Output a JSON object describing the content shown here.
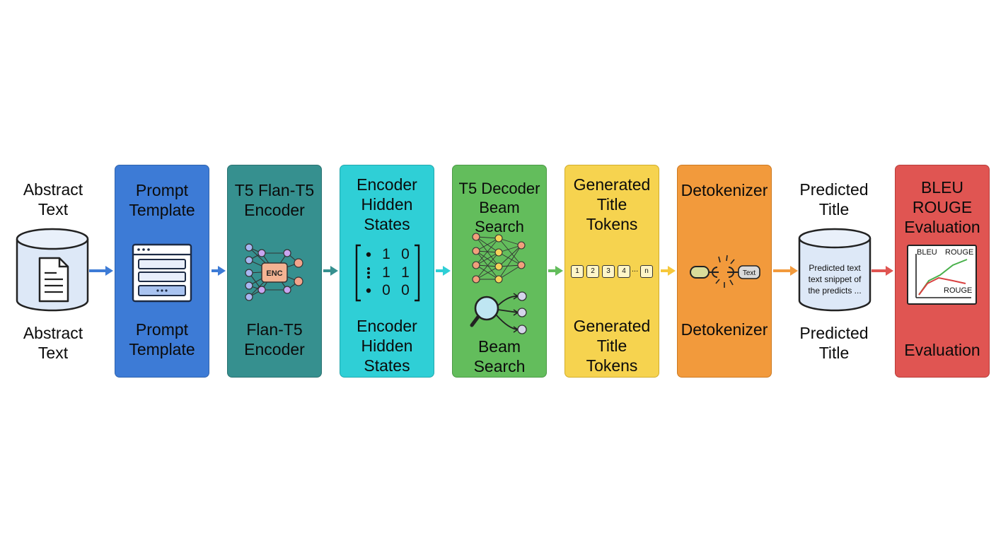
{
  "stages": [
    {
      "id": "abstract",
      "top_label": "Abstract\nText",
      "bottom_label": "Abstract\nText"
    },
    {
      "id": "prompt",
      "top_label": "Prompt\nTemplate",
      "bottom_label": "Prompt\nTemplate",
      "color": "#3d7bd6"
    },
    {
      "id": "encoder",
      "top_label": "T5 Flan-T5\nEncoder",
      "bottom_label": "Flan-T5\nEncoder",
      "icon_text": "ENC",
      "color": "#36908f"
    },
    {
      "id": "hidden",
      "top_label": "Encoder\nHidden\nStates",
      "bottom_label": "Encoder\nHidden\nStates",
      "color": "#2fcfd6",
      "matrix": [
        [
          "1",
          "0"
        ],
        [
          "1",
          "1"
        ],
        [
          "0",
          "0"
        ]
      ]
    },
    {
      "id": "decoder",
      "top_label": "T5 Decoder\nBeam Search",
      "bottom_label": "Beam\nSearch",
      "color": "#63bd5c"
    },
    {
      "id": "tokens",
      "top_label": "Generated\nTitle\nTokens",
      "bottom_label": "Generated\nTitle\nTokens",
      "color": "#f6d34f",
      "token_chips": [
        "1",
        "2",
        "3",
        "4",
        "n"
      ],
      "ellipsis": "..."
    },
    {
      "id": "detok",
      "top_label": "Detokenizer",
      "bottom_label": "Detokenizer",
      "icon_text": "Text",
      "color": "#f29a3c"
    },
    {
      "id": "predicted",
      "top_label": "Predicted\nTitle",
      "bottom_label": "Predicted\nTitle",
      "snippet": "Predicted text\ntext snippet of\nthe predicts ..."
    },
    {
      "id": "eval",
      "top_label": "BLEU\nROUGE\nEvaluation",
      "bottom_label": "Evaluation",
      "color": "#e05552",
      "chart_labels": {
        "top_left": "BLEU",
        "top_right": "ROUGE",
        "bottom_right": "ROUGE"
      }
    }
  ],
  "arrow_colors": [
    "#3d7bd6",
    "#3d7bd6",
    "#36908f",
    "#2fcfd6",
    "#63bd5c",
    "#f6c83c",
    "#f29a3c",
    "#e05552"
  ]
}
